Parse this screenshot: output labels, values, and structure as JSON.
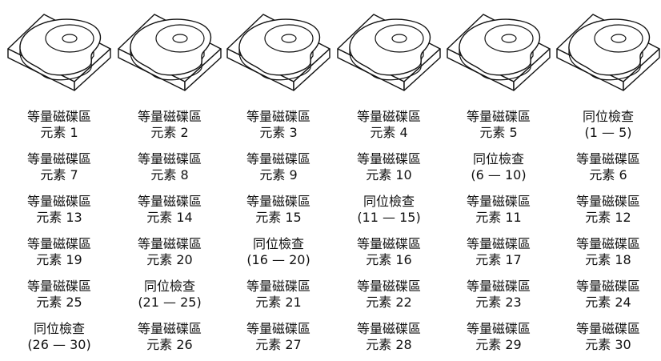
{
  "disks": [
    "disk",
    "disk",
    "disk",
    "disk",
    "disk",
    "disk"
  ],
  "rows": [
    [
      {
        "l1": "等量磁碟區",
        "l2": "元素 1"
      },
      {
        "l1": "等量磁碟區",
        "l2": "元素 2"
      },
      {
        "l1": "等量磁碟區",
        "l2": "元素 3"
      },
      {
        "l1": "等量磁碟區",
        "l2": "元素 4"
      },
      {
        "l1": "等量磁碟區",
        "l2": "元素 5"
      },
      {
        "l1": "同位檢查",
        "l2": "(1 — 5)"
      }
    ],
    [
      {
        "l1": "等量磁碟區",
        "l2": "元素 7"
      },
      {
        "l1": "等量磁碟區",
        "l2": "元素 8"
      },
      {
        "l1": "等量磁碟區",
        "l2": "元素 9"
      },
      {
        "l1": "等量磁碟區",
        "l2": "元素 10"
      },
      {
        "l1": "同位檢查",
        "l2": "(6 — 10)"
      },
      {
        "l1": "等量磁碟區",
        "l2": "元素 6"
      }
    ],
    [
      {
        "l1": "等量磁碟區",
        "l2": "元素 13"
      },
      {
        "l1": "等量磁碟區",
        "l2": "元素 14"
      },
      {
        "l1": "等量磁碟區",
        "l2": "元素 15"
      },
      {
        "l1": "同位檢查",
        "l2": "(11 — 15)"
      },
      {
        "l1": "等量磁碟區",
        "l2": "元素 11"
      },
      {
        "l1": "等量磁碟區",
        "l2": "元素 12"
      }
    ],
    [
      {
        "l1": "等量磁碟區",
        "l2": "元素 19"
      },
      {
        "l1": "等量磁碟區",
        "l2": "元素 20"
      },
      {
        "l1": "同位檢查",
        "l2": "(16 — 20)"
      },
      {
        "l1": "等量磁碟區",
        "l2": "元素 16"
      },
      {
        "l1": "等量磁碟區",
        "l2": "元素 17"
      },
      {
        "l1": "等量磁碟區",
        "l2": "元素 18"
      }
    ],
    [
      {
        "l1": "等量磁碟區",
        "l2": "元素 25"
      },
      {
        "l1": "同位檢查",
        "l2": "(21 — 25)"
      },
      {
        "l1": "等量磁碟區",
        "l2": "元素 21"
      },
      {
        "l1": "等量磁碟區",
        "l2": "元素 22"
      },
      {
        "l1": "等量磁碟區",
        "l2": "元素 23"
      },
      {
        "l1": "等量磁碟區",
        "l2": "元素 24"
      }
    ],
    [
      {
        "l1": "同位檢查",
        "l2": "(26 — 30)"
      },
      {
        "l1": "等量磁碟區",
        "l2": "元素 26"
      },
      {
        "l1": "等量磁碟區",
        "l2": "元素 27"
      },
      {
        "l1": "等量磁碟區",
        "l2": "元素 28"
      },
      {
        "l1": "等量磁碟區",
        "l2": "元素 29"
      },
      {
        "l1": "等量磁碟區",
        "l2": "元素 30"
      }
    ]
  ]
}
